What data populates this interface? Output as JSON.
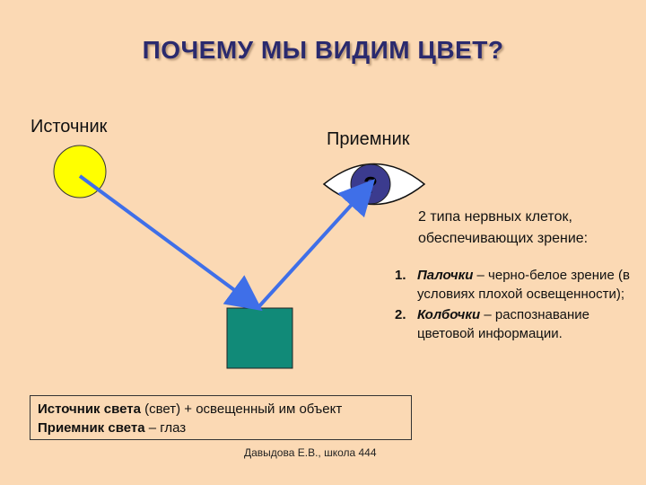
{
  "title": "ПОЧЕМУ МЫ ВИДИМ ЦВЕТ?",
  "source_label": "Источник",
  "receiver_label": "Приемник",
  "eye_pupil_mark": "?",
  "cells": {
    "intro": "2 типа нервных клеток, обеспечивающих зрение:",
    "items": [
      {
        "num": "1.",
        "term": "Палочки",
        "desc": " – черно-белое зрение (в условиях плохой освещенности);"
      },
      {
        "num": "2.",
        "term": "Колбочки",
        "desc": " – распознавание цветовой информации."
      }
    ]
  },
  "summary": {
    "line1_bold": "Источник света",
    "line1_rest": " (свет) + освещенный им объект",
    "line2_bold": "Приемник света",
    "line2_rest": " – глаз"
  },
  "author": "Давыдова Е.В., школа 444",
  "colors": {
    "background": "#fbd9b4",
    "sun": "#ffff00",
    "object": "#118a78",
    "ray": "#3f6fe8",
    "pupil": "#3b3b8e",
    "title": "#2a2a6e"
  }
}
